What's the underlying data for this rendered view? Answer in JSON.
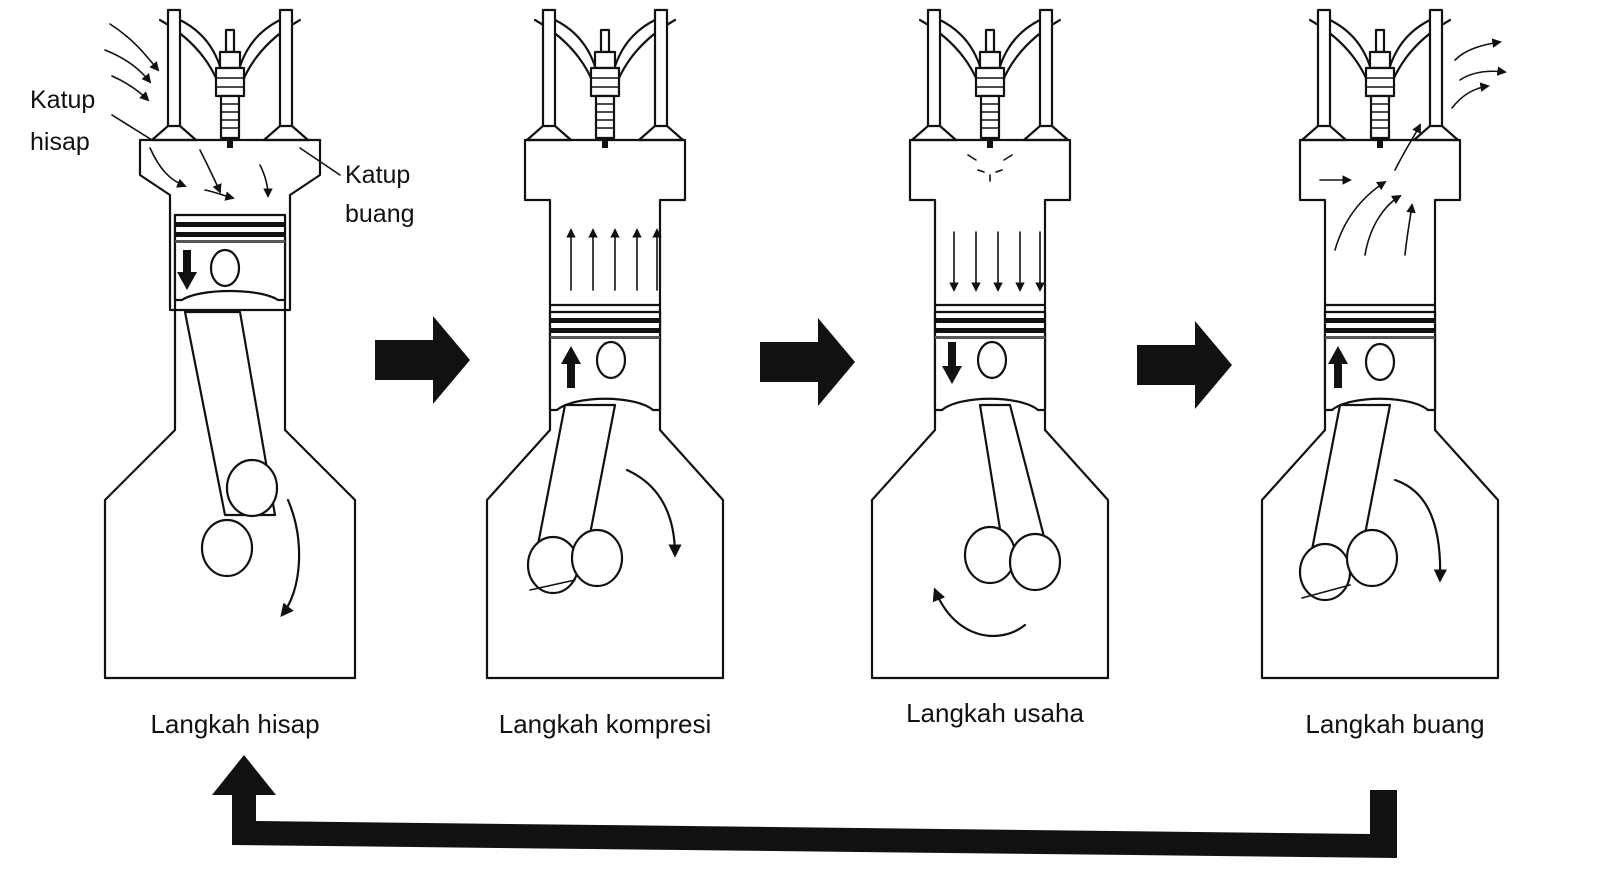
{
  "stages": [
    {
      "label": "Langkah hisap"
    },
    {
      "label": "Langkah kompresi"
    },
    {
      "label": "Langkah usaha"
    },
    {
      "label": "Langkah buang"
    }
  ],
  "callouts": {
    "intake_valve_line1": "Katup",
    "intake_valve_line2": "hisap",
    "exhaust_valve_line1": "Katup",
    "exhaust_valve_line2": "buang"
  }
}
